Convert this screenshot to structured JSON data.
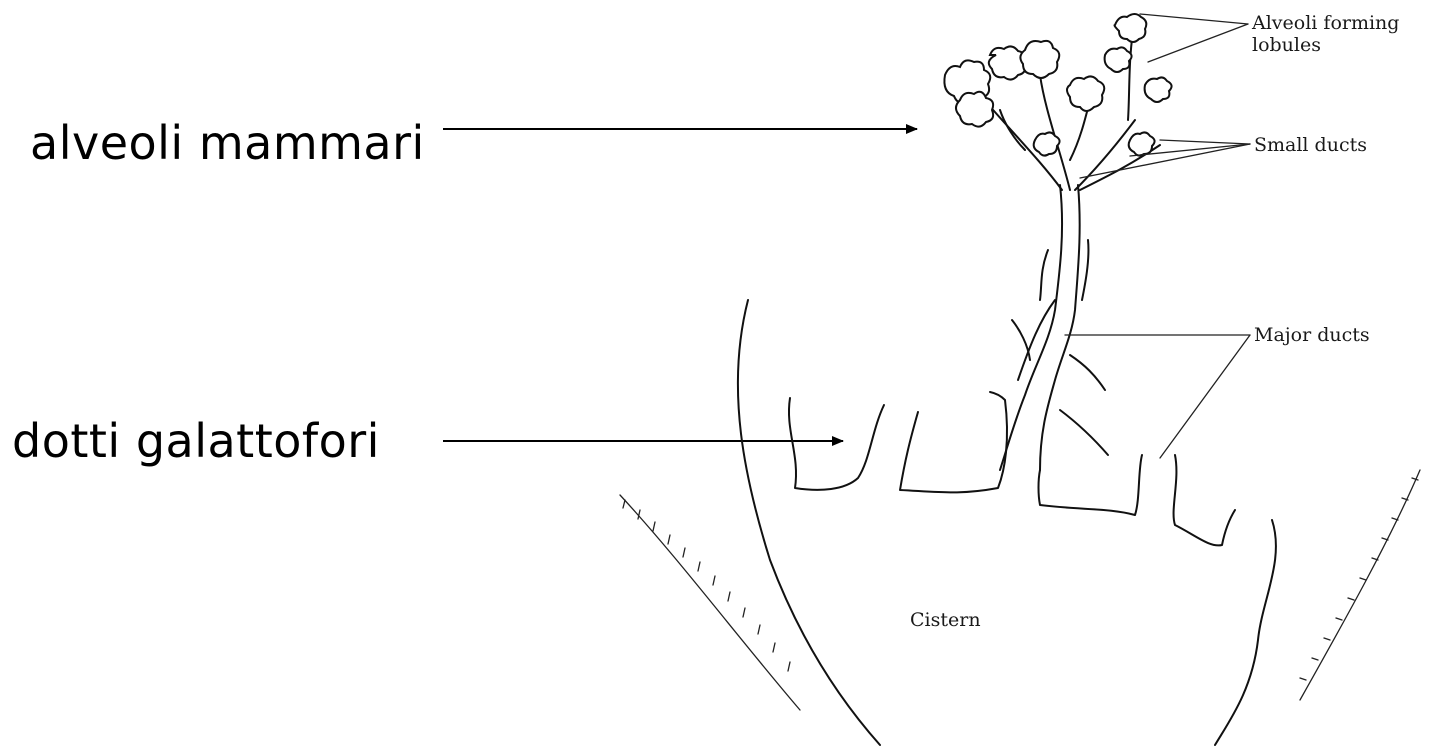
{
  "labels": {
    "alveoli": "alveoli mammari",
    "ducts": "dotti galattofori"
  },
  "annotations": {
    "alveoli_forming_line1": "Alveoli forming",
    "alveoli_forming_line2": "lobules",
    "small_ducts": "Small ducts",
    "major_ducts": "Major ducts",
    "cistern": "Cistern"
  }
}
